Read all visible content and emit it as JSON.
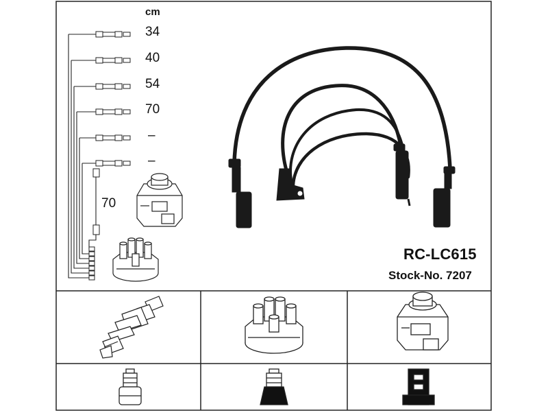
{
  "unit_label": "cm",
  "lengths": [
    "34",
    "40",
    "54",
    "70",
    "–",
    "–"
  ],
  "coil_lead_length": "70",
  "product_code": "RC-LC615",
  "stock_number": "Stock-No. 7207"
}
